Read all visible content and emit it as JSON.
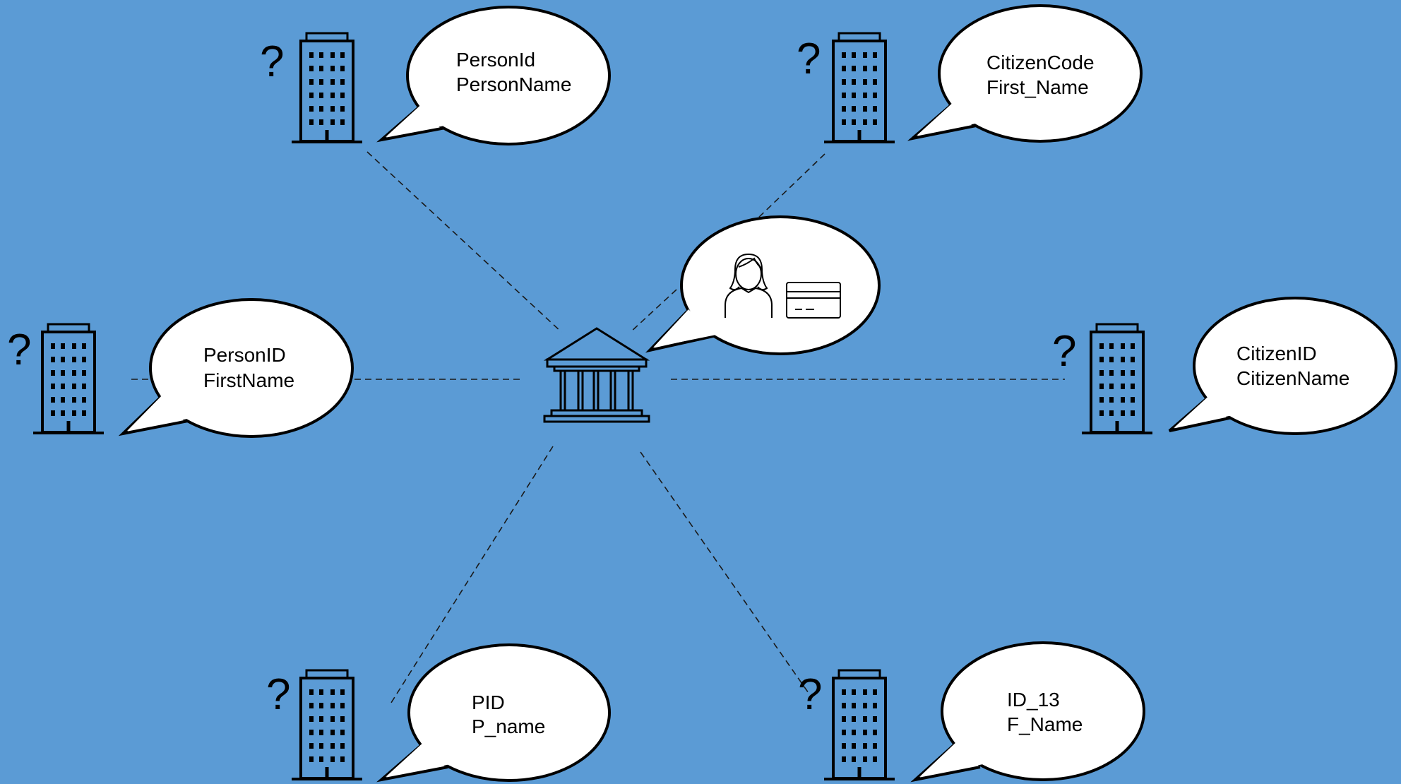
{
  "colors": {
    "background": "#5b9bd5",
    "ink": "#000000",
    "bubble": "#ffffff",
    "connector": "#1a1a1a"
  },
  "hub": {
    "icon": "bank-icon"
  },
  "hub_bubble": {
    "icons": [
      "person-icon",
      "id-card-icon"
    ]
  },
  "nodes": [
    {
      "id": "top-left",
      "question": "?",
      "icon": "office-building-icon",
      "fields": [
        "PersonId",
        "PersonName"
      ]
    },
    {
      "id": "top-right",
      "question": "?",
      "icon": "office-building-icon",
      "fields": [
        "CitizenCode",
        "First_Name"
      ]
    },
    {
      "id": "middle-left",
      "question": "?",
      "icon": "office-building-icon",
      "fields": [
        "PersonID",
        "FirstName"
      ]
    },
    {
      "id": "middle-right",
      "question": "?",
      "icon": "office-building-icon",
      "fields": [
        "CitizenID",
        "CitizenName"
      ]
    },
    {
      "id": "bottom-left",
      "question": "?",
      "icon": "office-building-icon",
      "fields": [
        "PID",
        "P_name"
      ]
    },
    {
      "id": "bottom-right",
      "question": "?",
      "icon": "office-building-icon",
      "fields": [
        "ID_13",
        "F_Name"
      ]
    }
  ]
}
